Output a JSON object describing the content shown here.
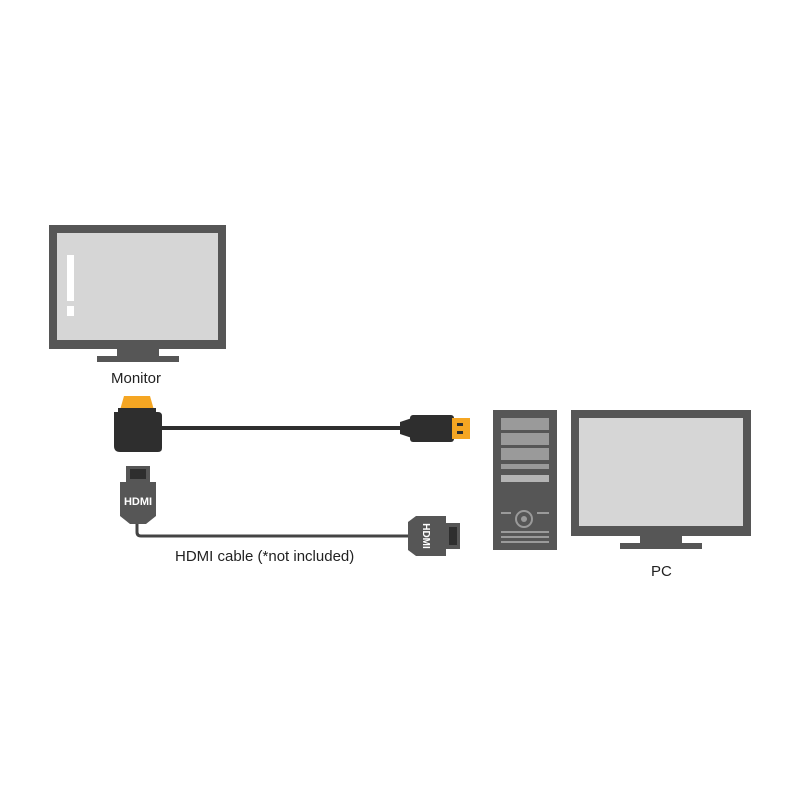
{
  "labels": {
    "monitor": "Monitor",
    "cable": "HDMI cable (*not included)",
    "pc": "PC"
  },
  "connectors": {
    "hdmi_plug_text": "HDMI",
    "hdmi_plug_end_text": "HDMI"
  },
  "colors": {
    "device_dark": "#565656",
    "screen_light": "#d6d6d6",
    "cable_dark": "#2e2e2e",
    "connector_gold": "#f5a623",
    "tower_drive": "#9a9a9a"
  }
}
